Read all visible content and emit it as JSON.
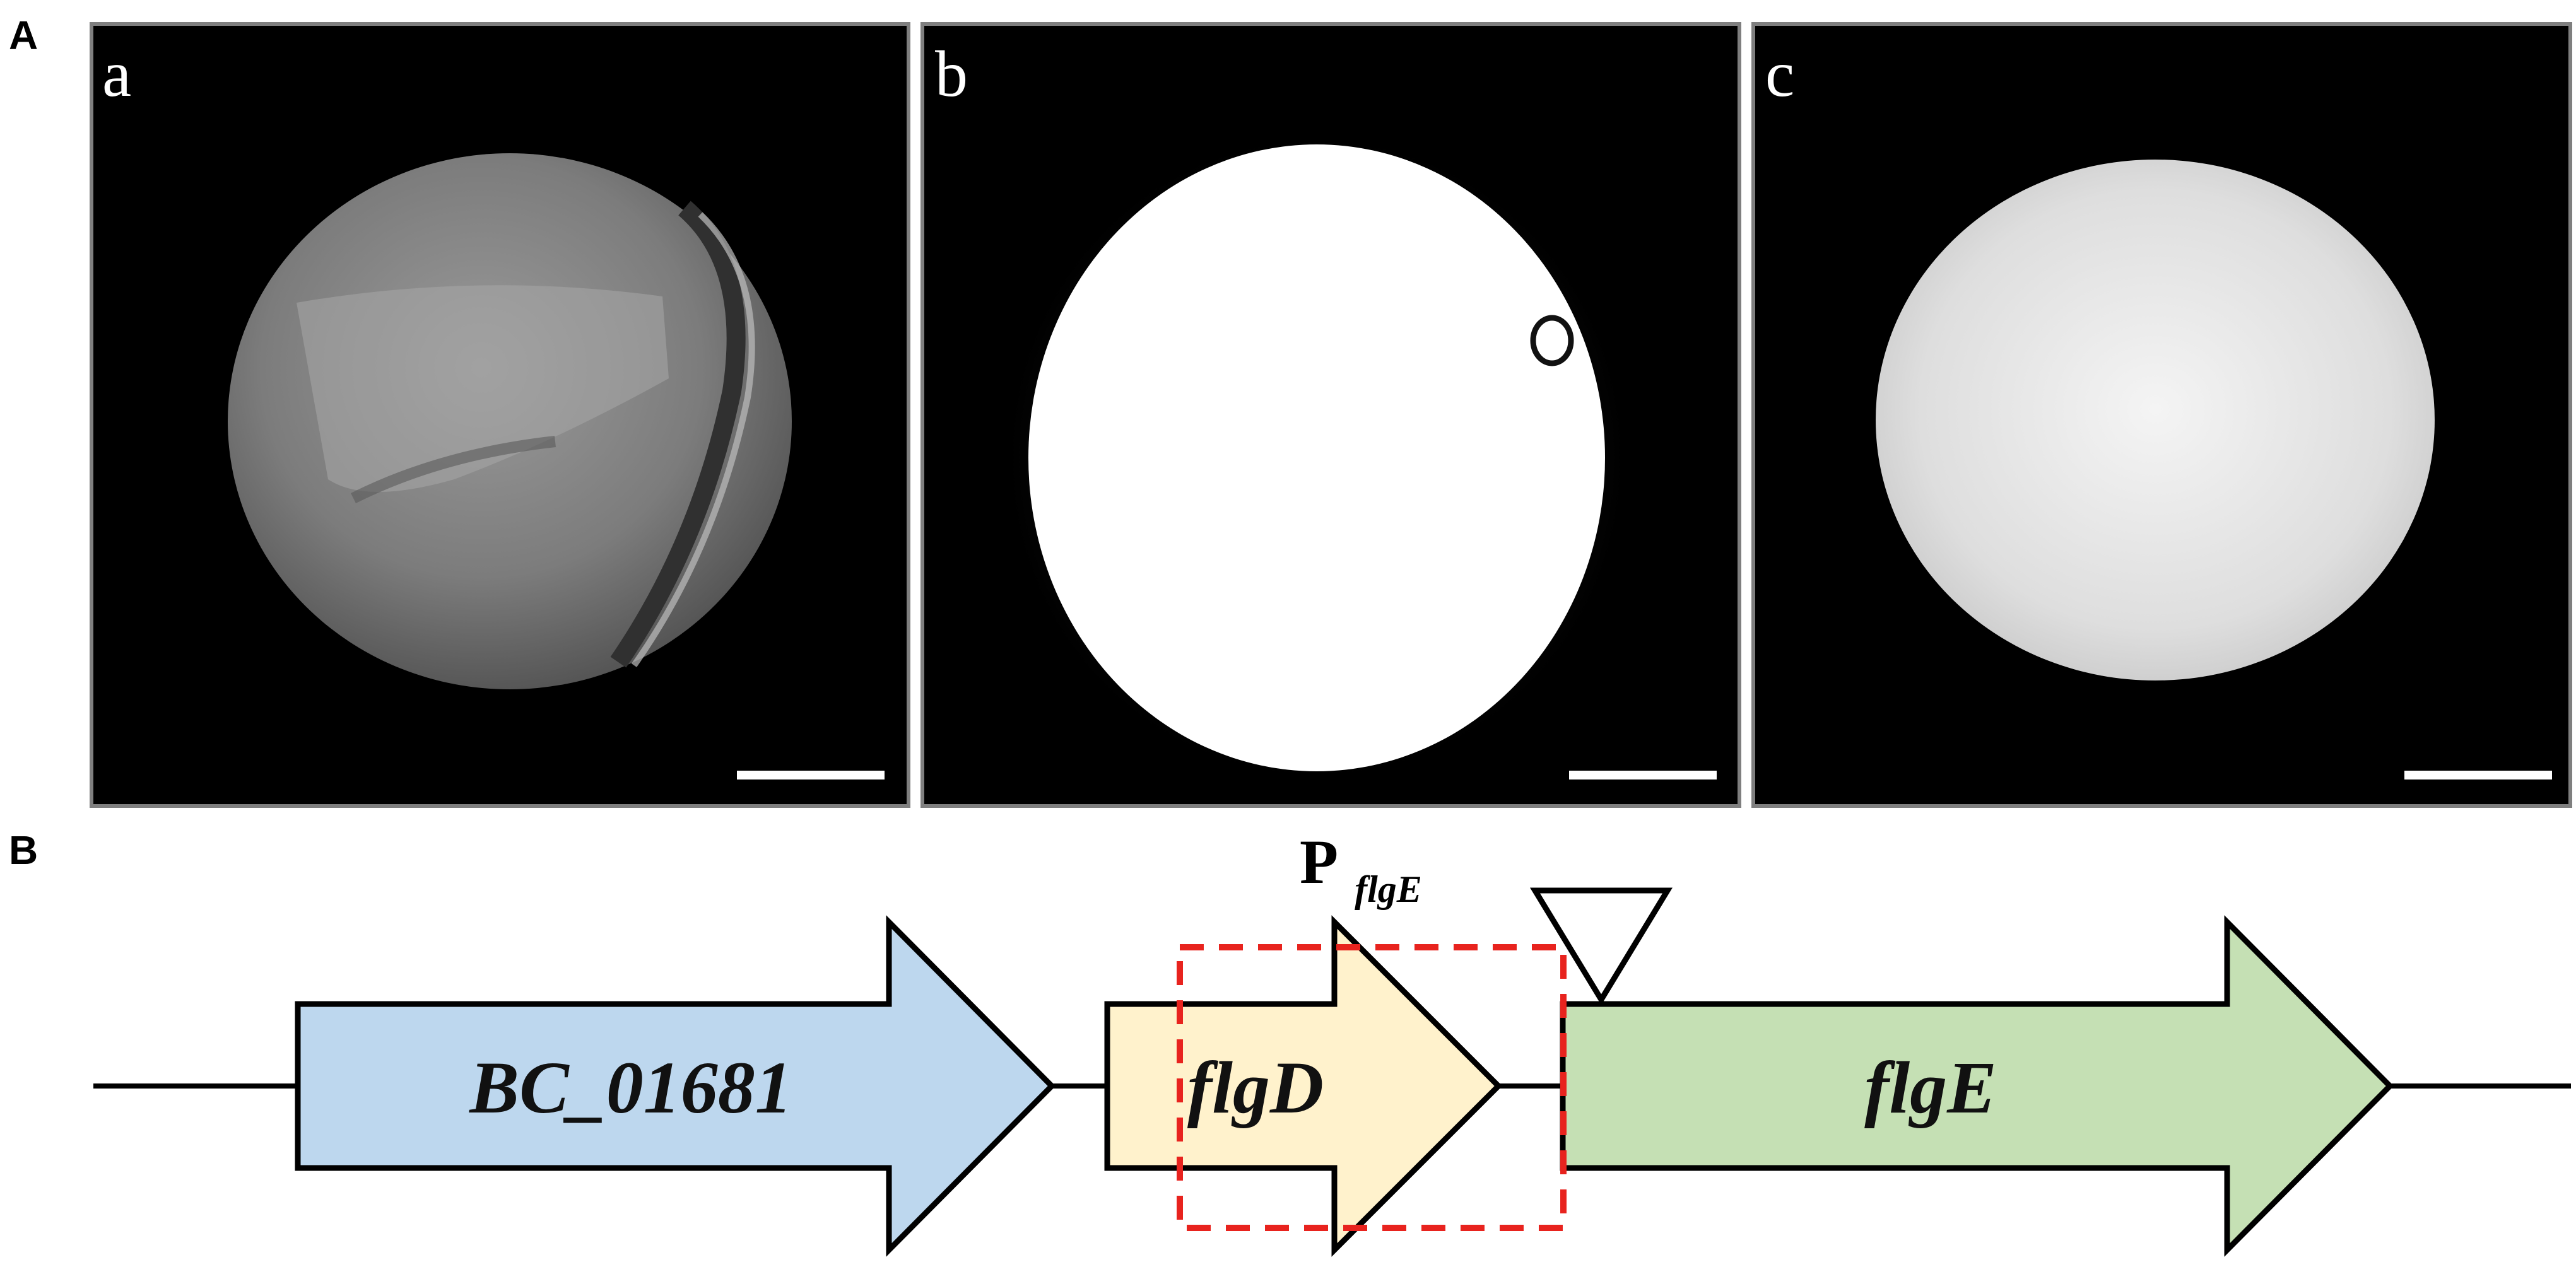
{
  "panels": {
    "A": "A",
    "B": "B"
  },
  "micrographs": [
    {
      "letter": "a"
    },
    {
      "letter": "b"
    },
    {
      "letter": "c"
    }
  ],
  "genes": [
    {
      "name": "BC_01681",
      "color": "#bdd7ee"
    },
    {
      "name": "flgD",
      "color": "#fff2cc"
    },
    {
      "name": "flgE",
      "color": "#c5e0b4"
    }
  ],
  "promoter": {
    "main": "P",
    "sub": "flgE",
    "box_color": "#e8231e"
  },
  "icons": {
    "insertion_site": "down-triangle-icon",
    "scale_bar": "scale-bar-icon"
  }
}
